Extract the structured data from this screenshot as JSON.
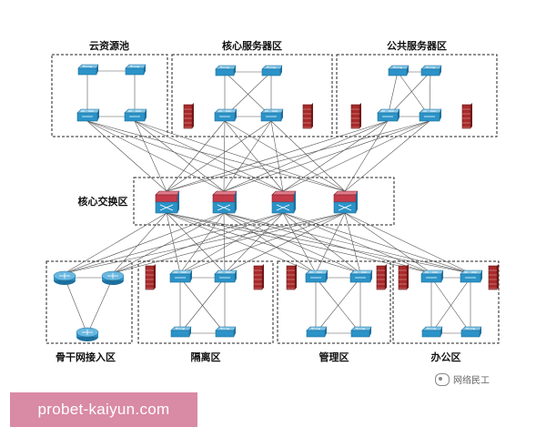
{
  "zones": {
    "cloud": "云资源池",
    "core_server": "核心服务器区",
    "public_server": "公共服务器区",
    "core_switch": "核心交换区",
    "backbone": "骨干网接入区",
    "isolation": "隔离区",
    "management": "管理区",
    "office": "办公区"
  },
  "watermark": "网络民工",
  "banner_text": "probet-kaiyun.com",
  "colors": {
    "switch_blue": "#2b93c8",
    "core_red": "#c43a4a",
    "firewall_red": "#a92a2a",
    "line": "#555555",
    "banner": "#d98aa5"
  },
  "icons": [
    "switch-icon",
    "core-switch-icon",
    "firewall-icon",
    "router-icon"
  ]
}
